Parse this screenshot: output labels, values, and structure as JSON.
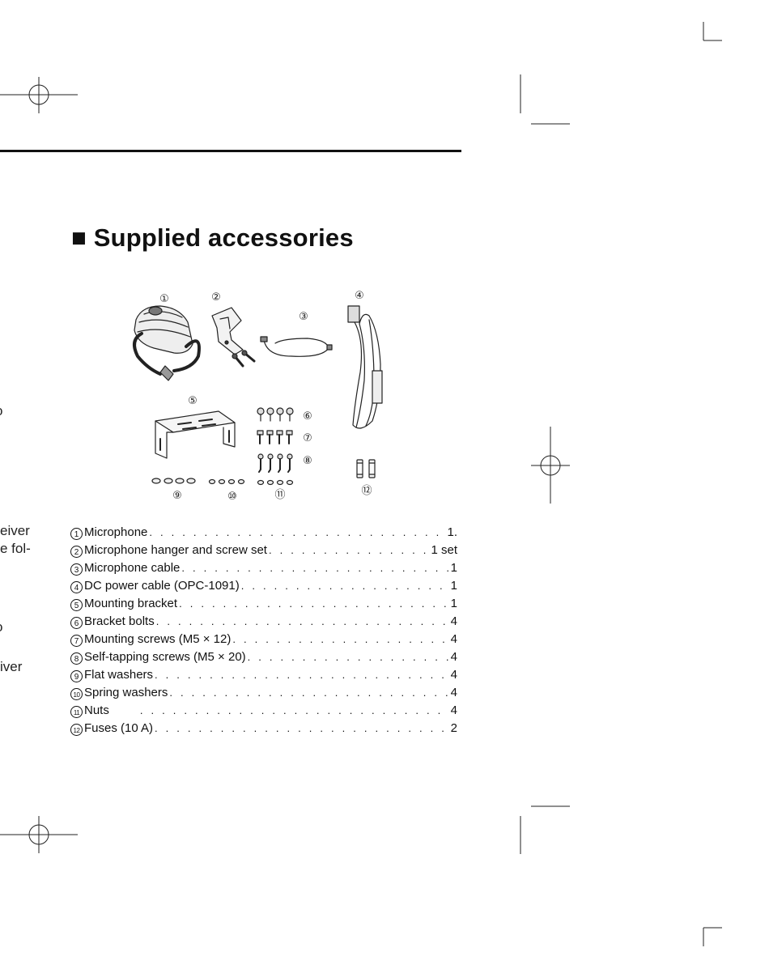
{
  "section": {
    "title": "■ Supplied accessories"
  },
  "edge_text": [
    "eiver",
    "e fol-",
    "o",
    "o",
    "iver"
  ],
  "illustration": {
    "callouts": [
      "①",
      "②",
      "③",
      "④",
      "⑤",
      "⑥",
      "⑦",
      "⑧",
      "⑨",
      "⑩",
      "⑪",
      "⑫"
    ]
  },
  "accessories": [
    {
      "num": "1",
      "label": "Microphone",
      "qty": "1."
    },
    {
      "num": "2",
      "label": "Microphone hanger and screw set",
      "qty": "1 set"
    },
    {
      "num": "3",
      "label": "Microphone cable",
      "qty": "1"
    },
    {
      "num": "4",
      "label": "DC power cable (OPC-1091)",
      "qty": "1"
    },
    {
      "num": "5",
      "label": "Mounting bracket",
      "qty": "1"
    },
    {
      "num": "6",
      "label": "Bracket bolts",
      "qty": "4"
    },
    {
      "num": "7",
      "label": "Mounting screws (M5 × 12)",
      "qty": "4"
    },
    {
      "num": "8",
      "label": "Self-tapping screws (M5 × 20)",
      "qty": "4"
    },
    {
      "num": "9",
      "label": "Flat washers",
      "qty": "4"
    },
    {
      "num": "10",
      "label": "Spring washers",
      "qty": "4"
    },
    {
      "num": "11",
      "label": "Nuts",
      "qty": "4"
    },
    {
      "num": "12",
      "label": "Fuses (10 A)",
      "qty": "2"
    }
  ]
}
